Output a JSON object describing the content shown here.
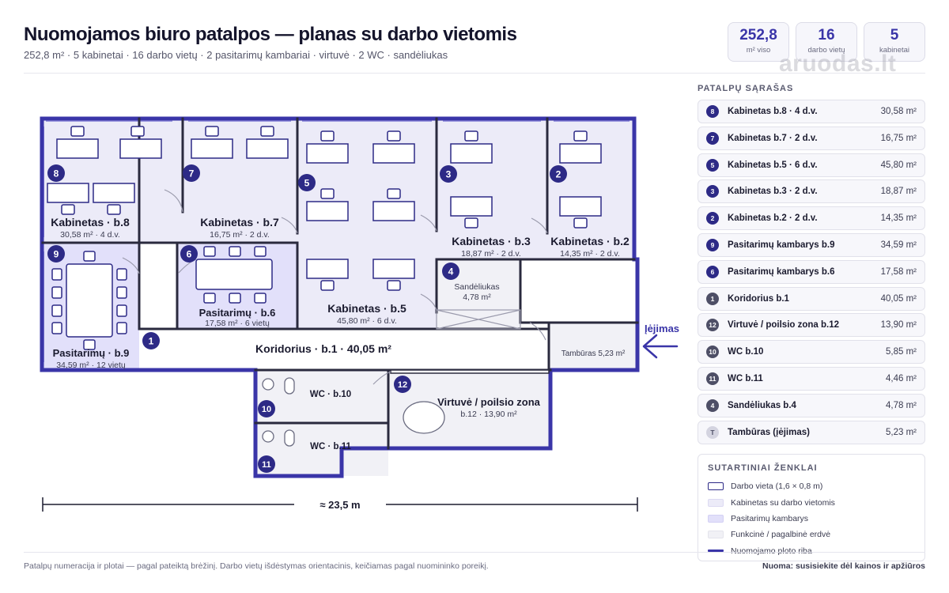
{
  "header": {
    "title": "Nuomojamos biuro patalpos — planas su darbo vietomis",
    "subtitle": "252,8 m² · 5 kabinetai · 16 darbo vietų · 2 pasitarimų kambariai · virtuvė · 2 WC · sandėliukas"
  },
  "stats": [
    {
      "value": "252,8",
      "label": "m² viso"
    },
    {
      "value": "16",
      "label": "darbo vietų"
    },
    {
      "value": "5",
      "label": "kabinetai"
    }
  ],
  "watermark": "aruodas.lt",
  "plan": {
    "rooms": {
      "b8": {
        "badge": "8",
        "name": "Kabinetas · b.8",
        "meta": "30,58 m² · 4 d.v."
      },
      "b7": {
        "badge": "7",
        "name": "Kabinetas · b.7",
        "meta": "16,75 m² · 2 d.v."
      },
      "b5": {
        "badge": "5",
        "name": "Kabinetas · b.5",
        "meta": "45,80 m² · 6 d.v."
      },
      "b3": {
        "badge": "3",
        "name": "Kabinetas · b.3",
        "meta": "18,87 m² · 2 d.v."
      },
      "b2": {
        "badge": "2",
        "name": "Kabinetas · b.2",
        "meta": "14,35 m² · 2 d.v."
      },
      "b9": {
        "badge": "9",
        "name": "Pasitarimų · b.9",
        "meta": "34,59 m² · 12 vietų"
      },
      "b6": {
        "badge": "6",
        "name": "Pasitarimų · b.6",
        "meta": "17,58 m² · 6 vietų"
      },
      "b4": {
        "badge": "4",
        "name": "Sandėliukas",
        "meta": "4,78 m²"
      },
      "b1": {
        "badge": "1",
        "name": "Koridorius · b.1 · 40,05 m²"
      },
      "tambur": {
        "name": "Tambūras 5,23 m²"
      },
      "b10": {
        "badge": "10",
        "name": "WC · b.10"
      },
      "b11": {
        "badge": "11",
        "name": "WC · b.11"
      },
      "b12": {
        "badge": "12",
        "name": "Virtuvė / poilsio zona",
        "meta": "b.12 · 13,90 m²"
      }
    },
    "entrance_label": "Įėjimas",
    "scale_label": "≈ 23,5 m"
  },
  "panel": {
    "title": "PATALPŲ SĄRAŠAS",
    "items": [
      {
        "badge": "8",
        "name": "Kabinetas b.8 · 4 d.v.",
        "area": "30,58 m²"
      },
      {
        "badge": "7",
        "name": "Kabinetas b.7 · 2 d.v.",
        "area": "16,75 m²"
      },
      {
        "badge": "5",
        "name": "Kabinetas b.5 · 6 d.v.",
        "area": "45,80 m²"
      },
      {
        "badge": "3",
        "name": "Kabinetas b.3 · 2 d.v.",
        "area": "18,87 m²"
      },
      {
        "badge": "2",
        "name": "Kabinetas b.2 · 2 d.v.",
        "area": "14,35 m²"
      },
      {
        "badge": "9",
        "name": "Pasitarimų kambarys b.9",
        "area": "34,59 m²"
      },
      {
        "badge": "6",
        "name": "Pasitarimų kambarys b.6",
        "area": "17,58 m²"
      },
      {
        "badge": "1",
        "name": "Koridorius b.1",
        "area": "40,05 m²"
      },
      {
        "badge": "12",
        "name": "Virtuvė / poilsio zona b.12",
        "area": "13,90 m²"
      },
      {
        "badge": "10",
        "name": "WC b.10",
        "area": "5,85 m²"
      },
      {
        "badge": "11",
        "name": "WC b.11",
        "area": "4,46 m²"
      },
      {
        "badge": "4",
        "name": "Sandėliukas b.4",
        "area": "4,78 m²"
      },
      {
        "badge": "T",
        "name": "Tambūras (įėjimas)",
        "area": "5,23 m²"
      }
    ]
  },
  "legend": {
    "title": "SUTARTINIAI ŽENKLAI",
    "items": [
      {
        "label": "Darbo vieta (1,6 × 0,8 m)"
      },
      {
        "label": "Kabinetas su darbo vietomis"
      },
      {
        "label": "Pasitarimų kambarys"
      },
      {
        "label": "Funkcinė / pagalbinė erdvė"
      },
      {
        "label": "Nuomojamo ploto riba"
      }
    ]
  },
  "footer": {
    "left": "Patalpų numeracija ir plotai — pagal pateiktą brėžinį. Darbo vietų išdėstymas orientacinis, keičiamas pagal nuomininko poreikį.",
    "right": "Nuoma: susisiekite dėl kainos ir apžiūros"
  },
  "colors": {
    "accent": "#3a35a8",
    "wall": "#2a2a3e",
    "office_fill": "#ecebf8",
    "meeting_fill": "#e2e0fa",
    "func_fill": "#f1f1f6"
  }
}
